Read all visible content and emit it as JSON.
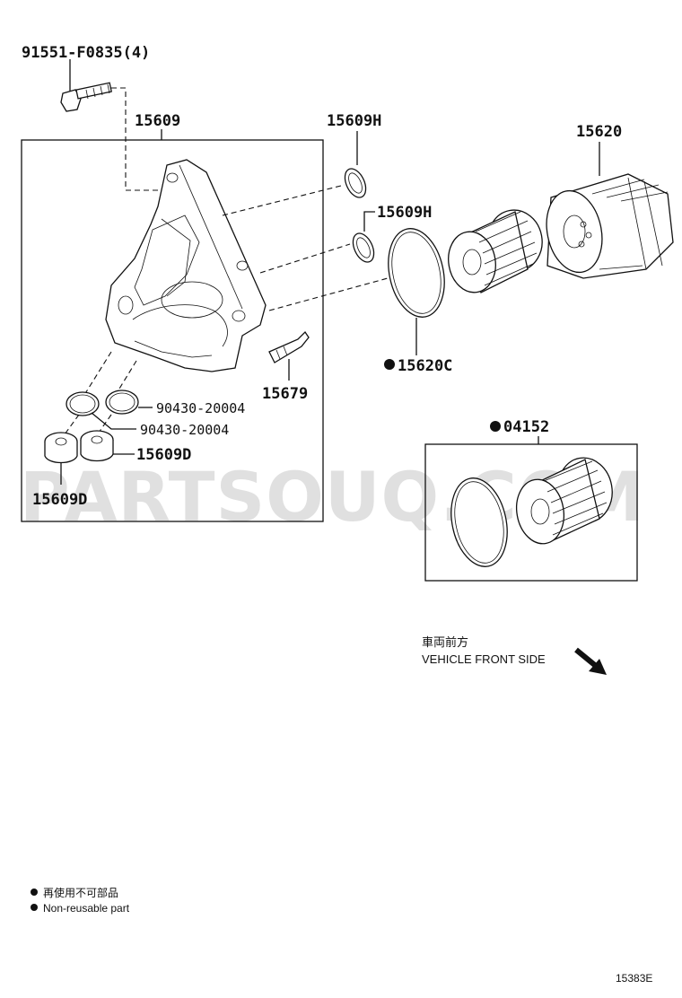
{
  "diagram": {
    "labels": {
      "bolt": "91551-F0835(4)",
      "housing": "15609",
      "oring_top": "15609H",
      "oring_mid": "15609H",
      "cap": "15620",
      "gasket": "15620C",
      "filter_kit": "04152",
      "clip": "15679",
      "washer_1": "90430-20004",
      "washer_2": "90430-20004",
      "plug_right": "15609D",
      "plug_left": "15609D"
    },
    "direction_jp": "車両前方",
    "direction_en": "VEHICLE FRONT SIDE",
    "legend_jp": "再使用不可部品",
    "legend_en": "Non-reusable part",
    "watermark": "PARTSOUQ.COM",
    "figure_id": "15383E"
  }
}
